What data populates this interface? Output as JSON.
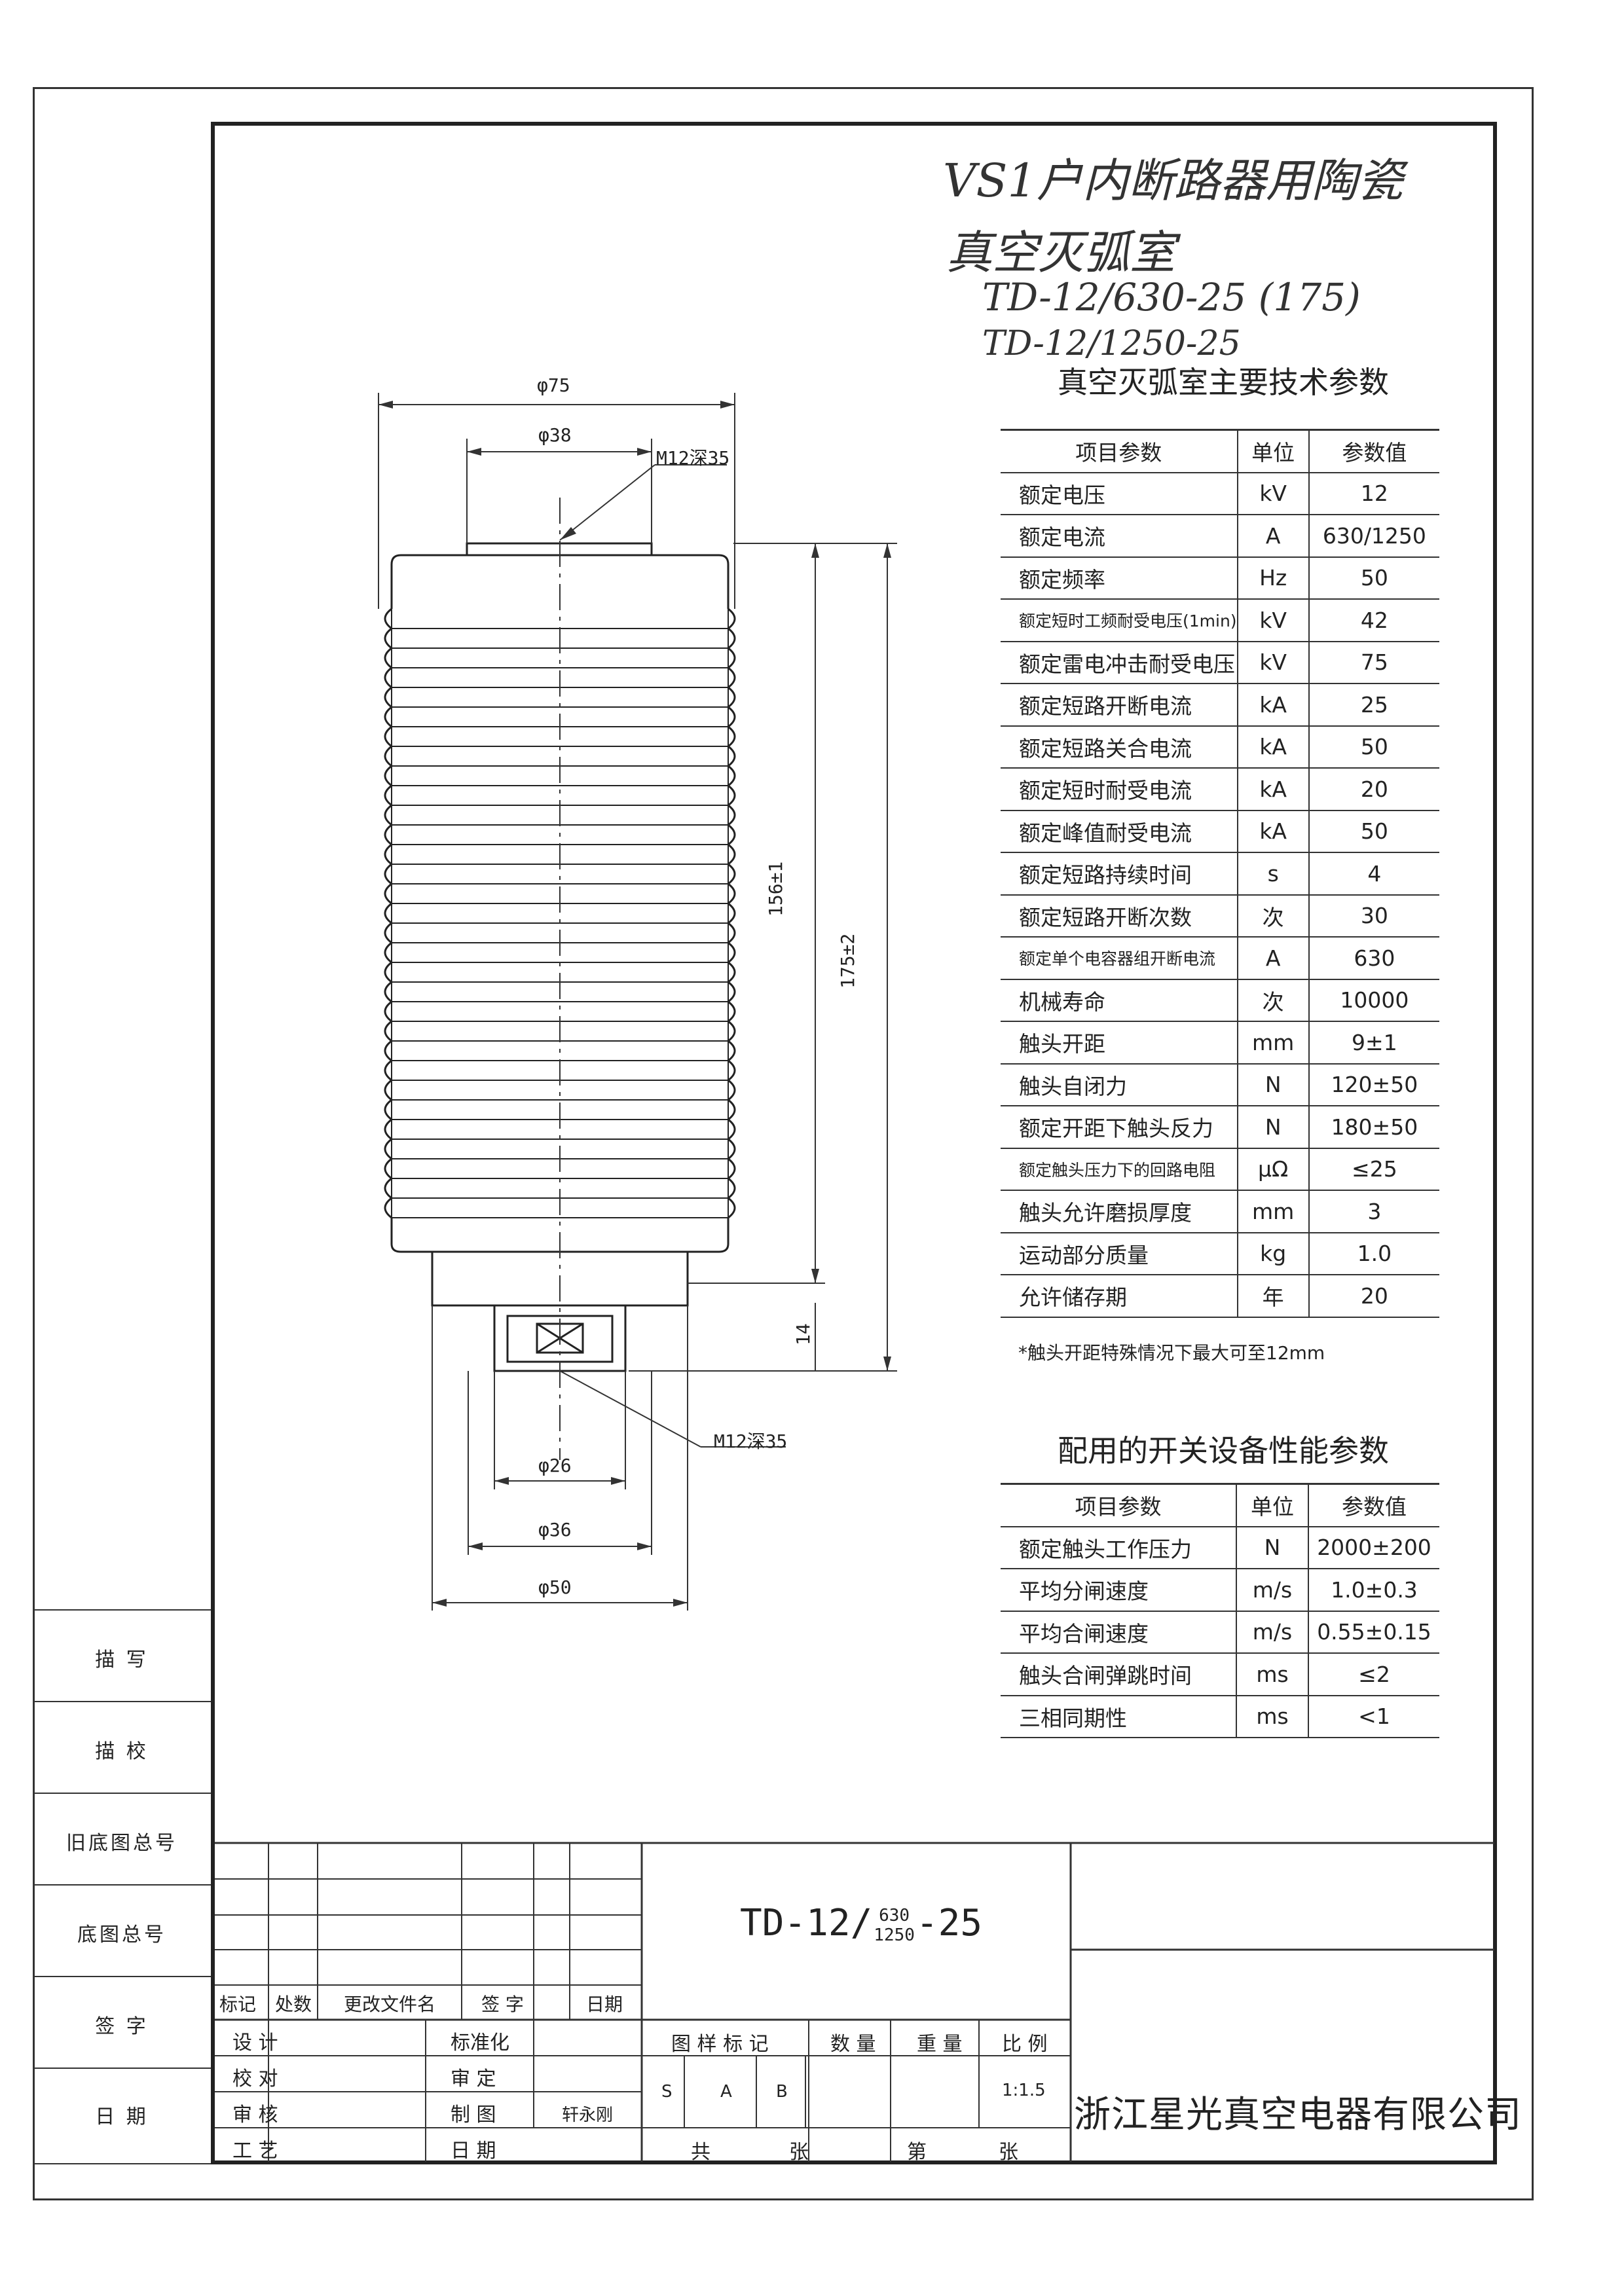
{
  "handwritten": {
    "line1": "VS1户内断路器用陶瓷",
    "line2": "真空灭弧室",
    "line3": "TD-12/630-25 (175)",
    "line4": "TD-12/1250-25"
  },
  "drawing": {
    "phi75": "φ75",
    "phi38": "φ38",
    "thread_top": "M12深35",
    "len156": "156±1",
    "len175": "175±2",
    "len14": "14",
    "thread_bottom": "M12深35",
    "phi26": "φ26",
    "phi36": "φ36",
    "phi50": "φ50"
  },
  "spec_table": {
    "title": "真空灭弧室主要技术参数",
    "headers": [
      "项目参数",
      "单位",
      "参数值"
    ],
    "rows": [
      [
        "额定电压",
        "kV",
        "12"
      ],
      [
        "额定电流",
        "A",
        "630/1250"
      ],
      [
        "额定频率",
        "Hz",
        "50"
      ],
      [
        "额定短时工频耐受电压(1min)",
        "kV",
        "42"
      ],
      [
        "额定雷电冲击耐受电压",
        "kV",
        "75"
      ],
      [
        "额定短路开断电流",
        "kA",
        "25"
      ],
      [
        "额定短路关合电流",
        "kA",
        "50"
      ],
      [
        "额定短时耐受电流",
        "kA",
        "20"
      ],
      [
        "额定峰值耐受电流",
        "kA",
        "50"
      ],
      [
        "额定短路持续时间",
        "s",
        "4"
      ],
      [
        "额定短路开断次数",
        "次",
        "30"
      ],
      [
        "额定单个电容器组开断电流",
        "A",
        "630"
      ],
      [
        "机械寿命",
        "次",
        "10000"
      ],
      [
        "触头开距",
        "mm",
        "9±1"
      ],
      [
        "触头自闭力",
        "N",
        "120±50"
      ],
      [
        "额定开距下触头反力",
        "N",
        "180±50"
      ],
      [
        "额定触头压力下的回路电阻",
        "μΩ",
        "≤25"
      ],
      [
        "触头允许磨损厚度",
        "mm",
        "3"
      ],
      [
        "运动部分质量",
        "kg",
        "1.0"
      ],
      [
        "允许储存期",
        "年",
        "20"
      ]
    ],
    "note": "*触头开距特殊情况下最大可至12mm"
  },
  "switch_table": {
    "title": "配用的开关设备性能参数",
    "headers": [
      "项目参数",
      "单位",
      "参数值"
    ],
    "rows": [
      [
        "额定触头工作压力",
        "N",
        "2000±200"
      ],
      [
        "平均分闸速度",
        "m/s",
        "1.0±0.3"
      ],
      [
        "平均合闸速度",
        "m/s",
        "0.55±0.15"
      ],
      [
        "触头合闸弹跳时间",
        "ms",
        "≤2"
      ],
      [
        "三相同期性",
        "ms",
        "<1"
      ]
    ]
  },
  "side_labels": [
    "描  写",
    "描  校",
    "旧底图总号",
    "底图总号",
    "签  字",
    "日  期"
  ],
  "title_block": {
    "model_prefix": "TD-12/",
    "model_top": "630",
    "model_bottom": "1250",
    "model_suffix": "-25",
    "rev_headers": [
      "标记",
      "处数",
      "更改文件名",
      "签  字",
      "日期"
    ],
    "left_labels": [
      "设  计",
      "校  对",
      "审  核",
      "工  艺"
    ],
    "mid_labels": [
      "标准化",
      "审  定",
      "制  图",
      "日  期"
    ],
    "drafter": "轩永刚",
    "stage_header": "图 样 标 记",
    "qty_header": "数 量",
    "weight_header": "重 量",
    "scale_header": "比 例",
    "stage_s": "S",
    "stage_a": "A",
    "stage_b": "B",
    "scale_value": "1:1.5",
    "total": "共",
    "sheets1": "张",
    "page": "第",
    "sheets2": "张",
    "company": "浙江星光真空电器有限公司"
  }
}
